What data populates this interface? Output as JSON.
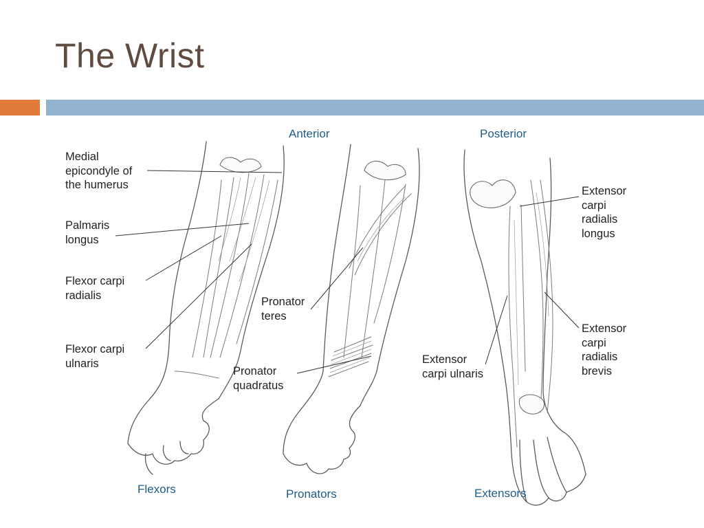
{
  "slide": {
    "title": "The Wrist"
  },
  "views": {
    "anterior": "Anterior",
    "posterior": "Posterior"
  },
  "captions": {
    "flexors": "Flexors",
    "pronators": "Pronators",
    "extensors": "Extensors"
  },
  "labels": {
    "medial_epicondyle": "Medial\nepicondyle of\nthe humerus",
    "palmaris_longus": "Palmaris\nlongus",
    "flexor_carpi_radialis": "Flexor carpi\nradialis",
    "flexor_carpi_ulnaris": "Flexor carpi\nulnaris",
    "pronator_teres": "Pronator\nteres",
    "pronator_quadratus": "Pronator\nquadratus",
    "extensor_carpi_ulnaris": "Extensor\ncarpi ulnaris",
    "extensor_carpi_radialis_longus": "Extensor\ncarpi\nradialis\nlongus",
    "extensor_carpi_radialis_brevis": "Extensor\ncarpi\nradialis\nbrevis"
  },
  "colors": {
    "title": "#5f4b3f",
    "accent_bar": "#e07b39",
    "header_bar": "#93b2cf",
    "view_text": "#1d5c88"
  }
}
